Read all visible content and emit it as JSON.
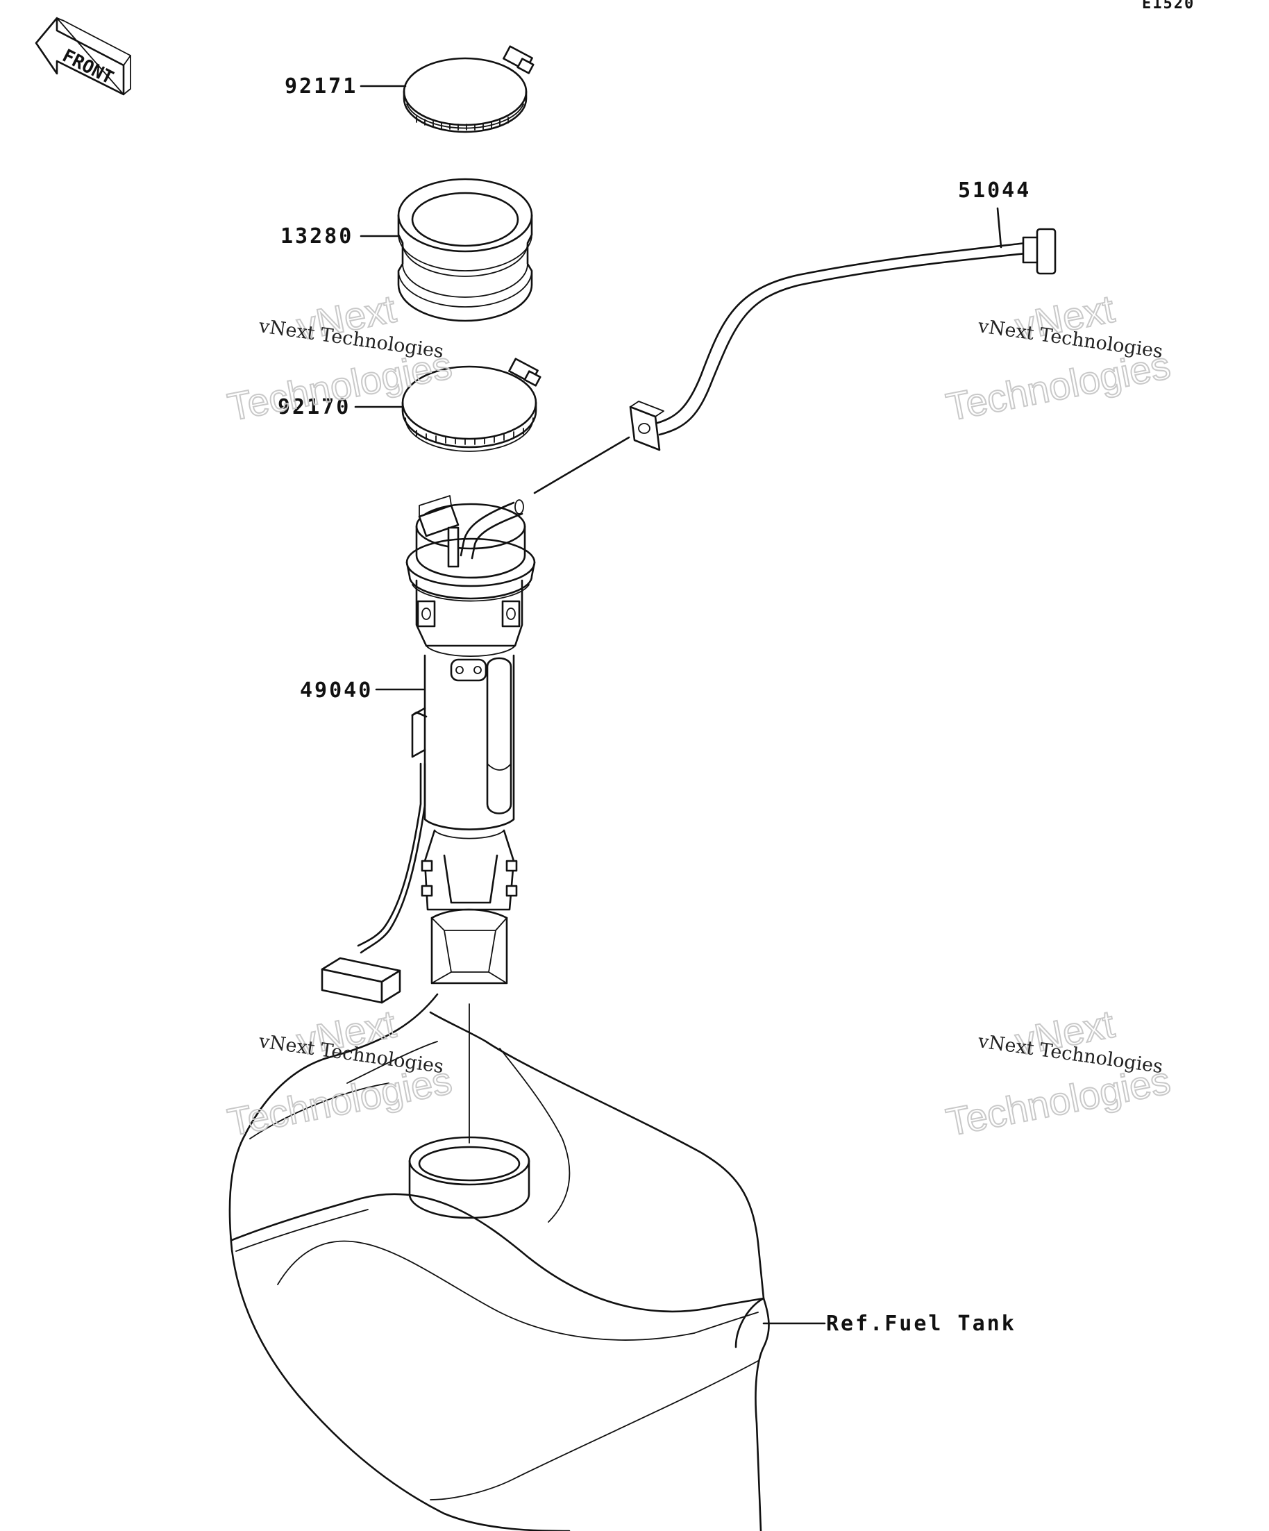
{
  "diagram_code": "E1520",
  "orientation": {
    "label": "FRONT"
  },
  "callouts": [
    {
      "id": "c-92171",
      "part_number": "92171"
    },
    {
      "id": "c-13280",
      "part_number": "13280"
    },
    {
      "id": "c-92170",
      "part_number": "92170"
    },
    {
      "id": "c-51044",
      "part_number": "51044"
    },
    {
      "id": "c-49040",
      "part_number": "49040"
    }
  ],
  "reference": {
    "label": "Ref.Fuel Tank"
  },
  "watermarks": [
    {
      "line1": "vNext Technologies",
      "line2": "vNext",
      "line3": "Technologies"
    },
    {
      "line1": "vNext Technologies",
      "line2": "vNext",
      "line3": "Technologies"
    },
    {
      "line1": "vNext Technologies",
      "line2": "vNext",
      "line3": "Technologies"
    },
    {
      "line1": "vNext Technologies",
      "line2": "vNext",
      "line3": "Technologies"
    }
  ]
}
